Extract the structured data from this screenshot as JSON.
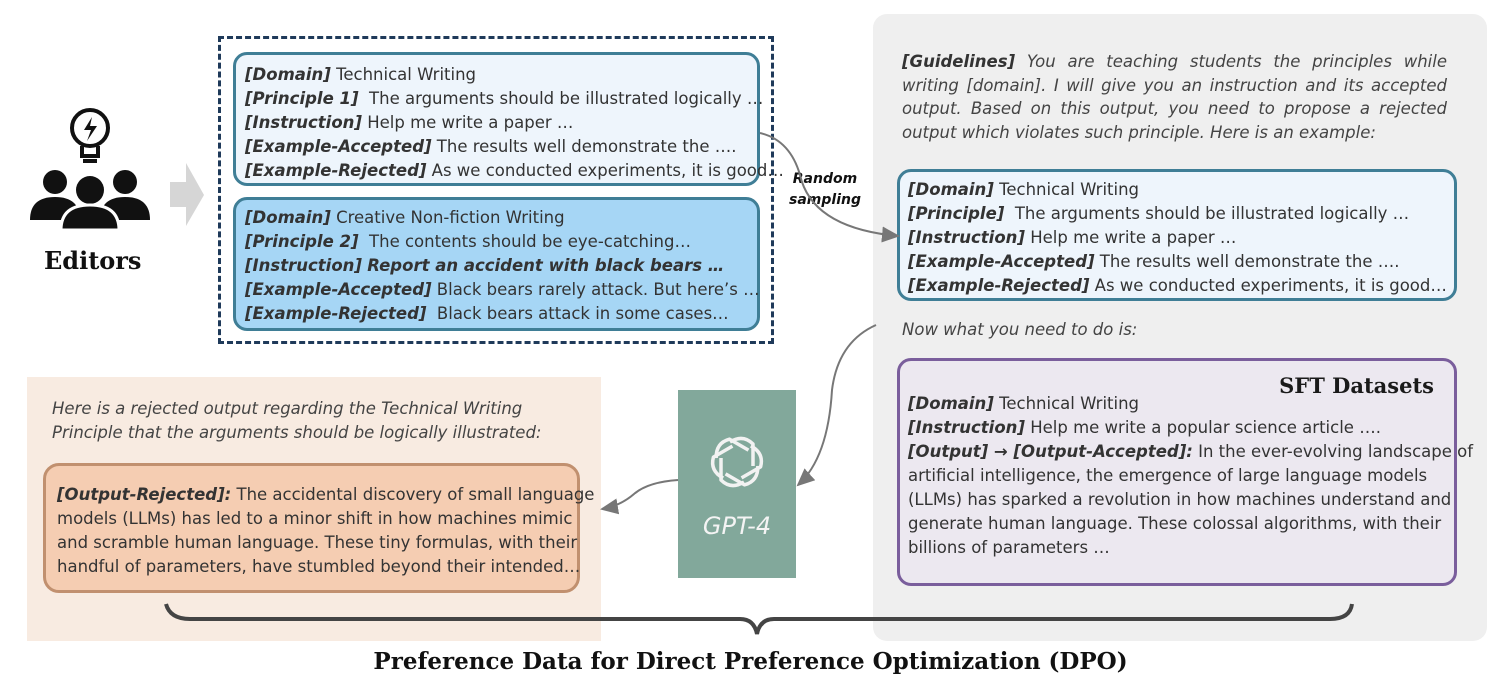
{
  "editors": {
    "label": "Editors"
  },
  "principle_1": {
    "domain_label": "[Domain]",
    "domain": "Technical Writing",
    "principle_label": "[Principle 1]",
    "principle": "The arguments should be illustrated logically …",
    "instruction_label": "[Instruction]",
    "instruction": "Help me write a paper …",
    "accepted_label": "[Example-Accepted]",
    "accepted": "The results well demonstrate the ….",
    "rejected_label": "[Example-Rejected]",
    "rejected": "As we conducted experiments, it is good…"
  },
  "principle_2": {
    "domain_label": "[Domain]",
    "domain": "Creative Non-fiction Writing",
    "principle_label": "[Principle 2]",
    "principle": "The contents should be eye-catching…",
    "instruction_label": "[Instruction]",
    "instruction": "Report an accident with black bears …",
    "accepted_label": "[Example-Accepted]",
    "accepted": "Black bears rarely attack. But here’s …",
    "rejected_label": "[Example-Rejected]",
    "rejected": "Black bears attack in some cases…"
  },
  "random_sampling": {
    "line1": "Random",
    "line2": "sampling"
  },
  "guidelines": {
    "label": "[Guidelines]",
    "text": "You are teaching students the principles while writing [domain]. I will give you an instruction and its accepted output. Based on this output, you need to propose a rejected output which violates such principle. Here is an example:"
  },
  "example": {
    "domain_label": "[Domain]",
    "domain": "Technical Writing",
    "principle_label": "[Principle]",
    "principle": "The arguments should be illustrated logically …",
    "instruction_label": "[Instruction]",
    "instruction": "Help me write a paper …",
    "accepted_label": "[Example-Accepted]",
    "accepted": "The results well demonstrate the ….",
    "rejected_label": "[Example-Rejected]",
    "rejected": "As we conducted experiments, it is good…"
  },
  "now_text": "Now what you need to do is:",
  "sft": {
    "title": "SFT Datasets",
    "domain_label": "[Domain]",
    "domain": "Technical Writing",
    "instruction_label": "[Instruction]",
    "instruction": "Help me write a popular science article ….",
    "output_label": "[Output] → [Output-Accepted]:",
    "line1": "In the ever-evolving landscape of",
    "line2": "artificial intelligence, the emergence of large language models",
    "line3": "(LLMs) has sparked a revolution in how machines understand and",
    "line4": "generate human language. These colossal algorithms, with their",
    "line5": "billions of parameters …"
  },
  "gpt4": {
    "label": "GPT-4"
  },
  "rejected": {
    "intro_line1": "Here is a rejected output regarding the Technical Writing",
    "intro_line2": "Principle that the arguments should be logically illustrated:",
    "label": "[Output-Rejected]:",
    "line1": "The accidental discovery of small language",
    "line2": "models (LLMs) has led to a minor shift in how machines mimic",
    "line3": "and scramble human language. These tiny formulas, with their",
    "line4": "handful of parameters, have stumbled beyond their intended…"
  },
  "dpo_title": "Preference Data for Direct Preference Optimization (DPO)",
  "colors": {
    "card_border": "#3f7e96",
    "card_light": "#eef5fc",
    "card_blue": "#a6d6f5",
    "sft_border": "#7a5e9c",
    "rejected_fill": "#f5cdb2",
    "gpt_green": "#82a89b"
  },
  "icons": [
    "editors-icon",
    "lightbulb-icon",
    "right-arrow-icon",
    "openai-logo-icon",
    "curly-brace"
  ]
}
